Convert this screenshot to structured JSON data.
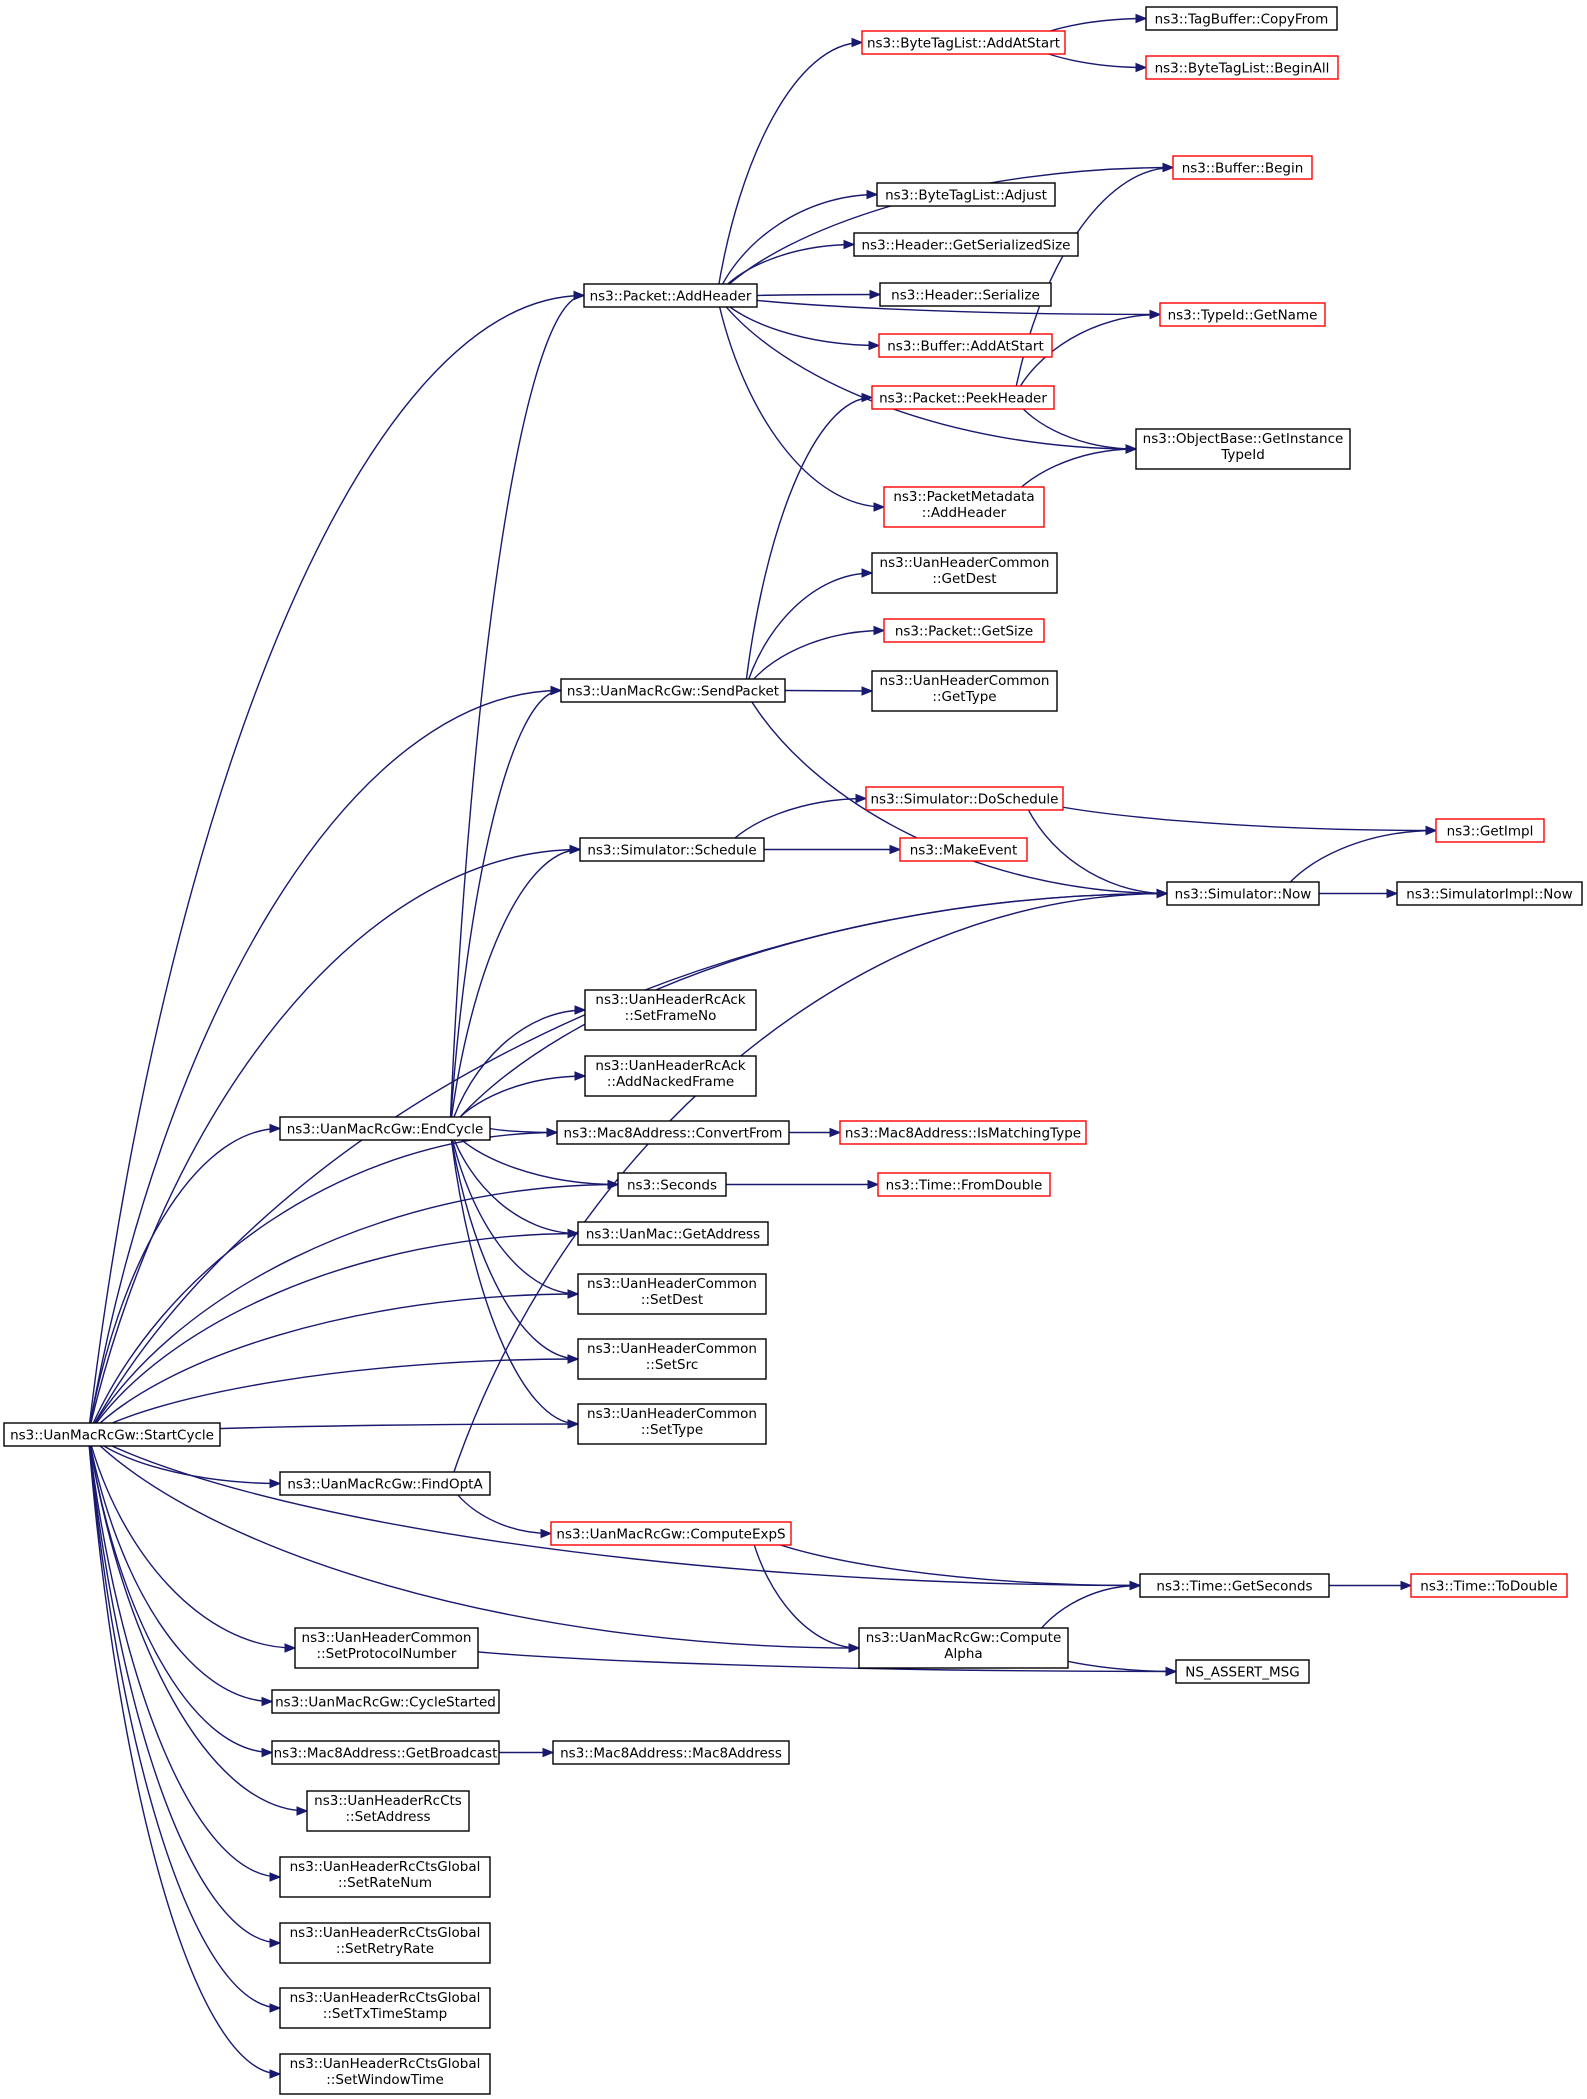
{
  "colors": {
    "edge": "#191970",
    "border_normal": "#000000",
    "border_truncated": "#ff0000",
    "fill_root": "#bfbfbf",
    "fill_normal": "#ffffff"
  },
  "nodes": [
    {
      "id": "startcycle",
      "lines": [
        "ns3::UanMacRcGw::StartCycle"
      ],
      "style": "root"
    },
    {
      "id": "addheader",
      "lines": [
        "ns3::Packet::AddHeader"
      ],
      "style": "normal"
    },
    {
      "id": "bt_addatstart",
      "lines": [
        "ns3::ByteTagList::AddAtStart"
      ],
      "style": "truncated"
    },
    {
      "id": "tb_copyfrom",
      "lines": [
        "ns3::TagBuffer::CopyFrom"
      ],
      "style": "normal"
    },
    {
      "id": "bt_beginall",
      "lines": [
        "ns3::ByteTagList::BeginAll"
      ],
      "style": "truncated"
    },
    {
      "id": "buffer_begin",
      "lines": [
        "ns3::Buffer::Begin"
      ],
      "style": "truncated"
    },
    {
      "id": "bt_adjust",
      "lines": [
        "ns3::ByteTagList::Adjust"
      ],
      "style": "normal"
    },
    {
      "id": "hdr_getsersize",
      "lines": [
        "ns3::Header::GetSerializedSize"
      ],
      "style": "normal"
    },
    {
      "id": "hdr_serialize",
      "lines": [
        "ns3::Header::Serialize"
      ],
      "style": "normal"
    },
    {
      "id": "typeid_getname",
      "lines": [
        "ns3::TypeId::GetName"
      ],
      "style": "truncated"
    },
    {
      "id": "buffer_addatstart",
      "lines": [
        "ns3::Buffer::AddAtStart"
      ],
      "style": "truncated"
    },
    {
      "id": "peekheader",
      "lines": [
        "ns3::Packet::PeekHeader"
      ],
      "style": "truncated"
    },
    {
      "id": "objbase_getinst",
      "lines": [
        "ns3::ObjectBase::GetInstance",
        "TypeId"
      ],
      "style": "normal"
    },
    {
      "id": "pm_addheader",
      "lines": [
        "ns3::PacketMetadata",
        "::AddHeader"
      ],
      "style": "truncated"
    },
    {
      "id": "uhc_getdest",
      "lines": [
        "ns3::UanHeaderCommon",
        "::GetDest"
      ],
      "style": "normal"
    },
    {
      "id": "packet_getsize",
      "lines": [
        "ns3::Packet::GetSize"
      ],
      "style": "truncated"
    },
    {
      "id": "sendpacket",
      "lines": [
        "ns3::UanMacRcGw::SendPacket"
      ],
      "style": "normal"
    },
    {
      "id": "uhc_gettype",
      "lines": [
        "ns3::UanHeaderCommon",
        "::GetType"
      ],
      "style": "normal"
    },
    {
      "id": "sim_doschedule",
      "lines": [
        "ns3::Simulator::DoSchedule"
      ],
      "style": "truncated"
    },
    {
      "id": "getimpl",
      "lines": [
        "ns3::GetImpl"
      ],
      "style": "truncated"
    },
    {
      "id": "sim_schedule",
      "lines": [
        "ns3::Simulator::Schedule"
      ],
      "style": "normal"
    },
    {
      "id": "makeevent",
      "lines": [
        "ns3::MakeEvent"
      ],
      "style": "truncated"
    },
    {
      "id": "sim_now",
      "lines": [
        "ns3::Simulator::Now"
      ],
      "style": "normal"
    },
    {
      "id": "simimpl_now",
      "lines": [
        "ns3::SimulatorImpl::Now"
      ],
      "style": "normal"
    },
    {
      "id": "rcack_setframeno",
      "lines": [
        "ns3::UanHeaderRcAck",
        "::SetFrameNo"
      ],
      "style": "normal"
    },
    {
      "id": "rcack_addnacked",
      "lines": [
        "ns3::UanHeaderRcAck",
        "::AddNackedFrame"
      ],
      "style": "normal"
    },
    {
      "id": "endcycle",
      "lines": [
        "ns3::UanMacRcGw::EndCycle"
      ],
      "style": "normal"
    },
    {
      "id": "mac8_convertfrom",
      "lines": [
        "ns3::Mac8Address::ConvertFrom"
      ],
      "style": "normal"
    },
    {
      "id": "mac8_ismatching",
      "lines": [
        "ns3::Mac8Address::IsMatchingType"
      ],
      "style": "truncated"
    },
    {
      "id": "seconds",
      "lines": [
        "ns3::Seconds"
      ],
      "style": "normal"
    },
    {
      "id": "time_fromdouble",
      "lines": [
        "ns3::Time::FromDouble"
      ],
      "style": "truncated"
    },
    {
      "id": "uanmac_getaddr",
      "lines": [
        "ns3::UanMac::GetAddress"
      ],
      "style": "normal"
    },
    {
      "id": "uhc_setdest",
      "lines": [
        "ns3::UanHeaderCommon",
        "::SetDest"
      ],
      "style": "normal"
    },
    {
      "id": "uhc_setsrc",
      "lines": [
        "ns3::UanHeaderCommon",
        "::SetSrc"
      ],
      "style": "normal"
    },
    {
      "id": "uhc_settype",
      "lines": [
        "ns3::UanHeaderCommon",
        "::SetType"
      ],
      "style": "normal"
    },
    {
      "id": "findopta",
      "lines": [
        "ns3::UanMacRcGw::FindOptA"
      ],
      "style": "normal"
    },
    {
      "id": "computeexps",
      "lines": [
        "ns3::UanMacRcGw::ComputeExpS"
      ],
      "style": "truncated"
    },
    {
      "id": "time_getseconds",
      "lines": [
        "ns3::Time::GetSeconds"
      ],
      "style": "normal"
    },
    {
      "id": "time_todouble",
      "lines": [
        "ns3::Time::ToDouble"
      ],
      "style": "truncated"
    },
    {
      "id": "computealpha",
      "lines": [
        "ns3::UanMacRcGw::Compute",
        "Alpha"
      ],
      "style": "normal"
    },
    {
      "id": "uhc_setprotonum",
      "lines": [
        "ns3::UanHeaderCommon",
        "::SetProtocolNumber"
      ],
      "style": "normal"
    },
    {
      "id": "ns_assert_msg",
      "lines": [
        "NS_ASSERT_MSG"
      ],
      "style": "normal"
    },
    {
      "id": "cyclestarted",
      "lines": [
        "ns3::UanMacRcGw::CycleStarted"
      ],
      "style": "normal"
    },
    {
      "id": "mac8_getbroadcast",
      "lines": [
        "ns3::Mac8Address::GetBroadcast"
      ],
      "style": "normal"
    },
    {
      "id": "mac8_mac8address",
      "lines": [
        "ns3::Mac8Address::Mac8Address"
      ],
      "style": "normal"
    },
    {
      "id": "rccts_setaddress",
      "lines": [
        "ns3::UanHeaderRcCts",
        "::SetAddress"
      ],
      "style": "normal"
    },
    {
      "id": "rcctsg_setratenum",
      "lines": [
        "ns3::UanHeaderRcCtsGlobal",
        "::SetRateNum"
      ],
      "style": "normal"
    },
    {
      "id": "rcctsg_setretryrate",
      "lines": [
        "ns3::UanHeaderRcCtsGlobal",
        "::SetRetryRate"
      ],
      "style": "normal"
    },
    {
      "id": "rcctsg_settxts",
      "lines": [
        "ns3::UanHeaderRcCtsGlobal",
        "::SetTxTimeStamp"
      ],
      "style": "normal"
    },
    {
      "id": "rcctsg_setwindowtime",
      "lines": [
        "ns3::UanHeaderRcCtsGlobal",
        "::SetWindowTime"
      ],
      "style": "normal"
    }
  ],
  "edges": [
    [
      "startcycle",
      "addheader"
    ],
    [
      "startcycle",
      "sendpacket"
    ],
    [
      "startcycle",
      "sim_schedule"
    ],
    [
      "startcycle",
      "sim_now"
    ],
    [
      "startcycle",
      "endcycle"
    ],
    [
      "startcycle",
      "mac8_convertfrom"
    ],
    [
      "startcycle",
      "seconds"
    ],
    [
      "startcycle",
      "uanmac_getaddr"
    ],
    [
      "startcycle",
      "uhc_setdest"
    ],
    [
      "startcycle",
      "uhc_setsrc"
    ],
    [
      "startcycle",
      "uhc_settype"
    ],
    [
      "startcycle",
      "findopta"
    ],
    [
      "startcycle",
      "time_getseconds"
    ],
    [
      "startcycle",
      "computealpha"
    ],
    [
      "startcycle",
      "uhc_setprotonum"
    ],
    [
      "startcycle",
      "cyclestarted"
    ],
    [
      "startcycle",
      "mac8_getbroadcast"
    ],
    [
      "startcycle",
      "rccts_setaddress"
    ],
    [
      "startcycle",
      "rcctsg_setratenum"
    ],
    [
      "startcycle",
      "rcctsg_setretryrate"
    ],
    [
      "startcycle",
      "rcctsg_settxts"
    ],
    [
      "startcycle",
      "rcctsg_setwindowtime"
    ],
    [
      "addheader",
      "bt_addatstart"
    ],
    [
      "addheader",
      "buffer_begin"
    ],
    [
      "addheader",
      "bt_adjust"
    ],
    [
      "addheader",
      "hdr_getsersize"
    ],
    [
      "addheader",
      "hdr_serialize"
    ],
    [
      "addheader",
      "typeid_getname"
    ],
    [
      "addheader",
      "buffer_addatstart"
    ],
    [
      "addheader",
      "objbase_getinst"
    ],
    [
      "addheader",
      "pm_addheader"
    ],
    [
      "bt_addatstart",
      "tb_copyfrom"
    ],
    [
      "bt_addatstart",
      "bt_beginall"
    ],
    [
      "peekheader",
      "buffer_begin"
    ],
    [
      "peekheader",
      "typeid_getname"
    ],
    [
      "peekheader",
      "objbase_getinst"
    ],
    [
      "pm_addheader",
      "objbase_getinst"
    ],
    [
      "sendpacket",
      "peekheader"
    ],
    [
      "sendpacket",
      "uhc_getdest"
    ],
    [
      "sendpacket",
      "packet_getsize"
    ],
    [
      "sendpacket",
      "uhc_gettype"
    ],
    [
      "sendpacket",
      "sim_now"
    ],
    [
      "sim_schedule",
      "sim_doschedule"
    ],
    [
      "sim_schedule",
      "makeevent"
    ],
    [
      "sim_doschedule",
      "getimpl"
    ],
    [
      "sim_doschedule",
      "sim_now"
    ],
    [
      "sim_now",
      "getimpl"
    ],
    [
      "sim_now",
      "simimpl_now"
    ],
    [
      "endcycle",
      "addheader"
    ],
    [
      "endcycle",
      "sendpacket"
    ],
    [
      "endcycle",
      "sim_schedule"
    ],
    [
      "endcycle",
      "sim_now"
    ],
    [
      "endcycle",
      "rcack_setframeno"
    ],
    [
      "endcycle",
      "rcack_addnacked"
    ],
    [
      "endcycle",
      "mac8_convertfrom"
    ],
    [
      "endcycle",
      "seconds"
    ],
    [
      "endcycle",
      "uanmac_getaddr"
    ],
    [
      "endcycle",
      "uhc_setdest"
    ],
    [
      "endcycle",
      "uhc_setsrc"
    ],
    [
      "endcycle",
      "uhc_settype"
    ],
    [
      "mac8_convertfrom",
      "mac8_ismatching"
    ],
    [
      "seconds",
      "time_fromdouble"
    ],
    [
      "findopta",
      "sim_now"
    ],
    [
      "findopta",
      "computeexps"
    ],
    [
      "computeexps",
      "time_getseconds"
    ],
    [
      "computeexps",
      "computealpha"
    ],
    [
      "computealpha",
      "time_getseconds"
    ],
    [
      "computealpha",
      "ns_assert_msg"
    ],
    [
      "uhc_setprotonum",
      "ns_assert_msg"
    ],
    [
      "time_getseconds",
      "time_todouble"
    ],
    [
      "mac8_getbroadcast",
      "mac8_mac8address"
    ]
  ]
}
